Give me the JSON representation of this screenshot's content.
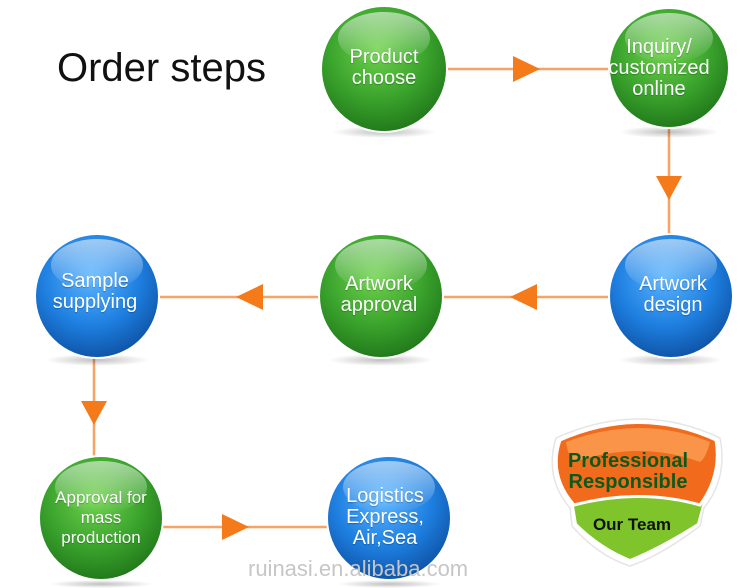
{
  "title": "Order steps",
  "colors": {
    "green": "#3aa32c",
    "blue": "#1e7fe0",
    "arrow": "#f47a1a",
    "line": "#f7a365",
    "badge_orange": "#f26a1c",
    "badge_green": "#7ec42a"
  },
  "nodes": [
    {
      "id": "product-choose",
      "line1": "Product",
      "line2": "choose",
      "line3": "",
      "color": "green"
    },
    {
      "id": "inquiry",
      "line1": "Inquiry/",
      "line2": "customized",
      "line3": "online",
      "color": "green"
    },
    {
      "id": "artwork-design",
      "line1": "Artwork",
      "line2": "design",
      "line3": "",
      "color": "blue"
    },
    {
      "id": "artwork-approval",
      "line1": "Artwork",
      "line2": "approval",
      "line3": "",
      "color": "green"
    },
    {
      "id": "sample-supplying",
      "line1": "Sample",
      "line2": "supplying",
      "line3": "",
      "color": "blue"
    },
    {
      "id": "approval-mass-production",
      "line1": "Approval for",
      "line2": "mass",
      "line3": "production",
      "color": "green"
    },
    {
      "id": "logistics",
      "line1": "Logistics",
      "line2": "Express,",
      "line3": "Air,Sea",
      "color": "blue"
    }
  ],
  "badge": {
    "line1": "Professional",
    "line2": "Responsible",
    "team": "Our Team"
  },
  "watermark": "ruinasi.en.alibaba.com"
}
